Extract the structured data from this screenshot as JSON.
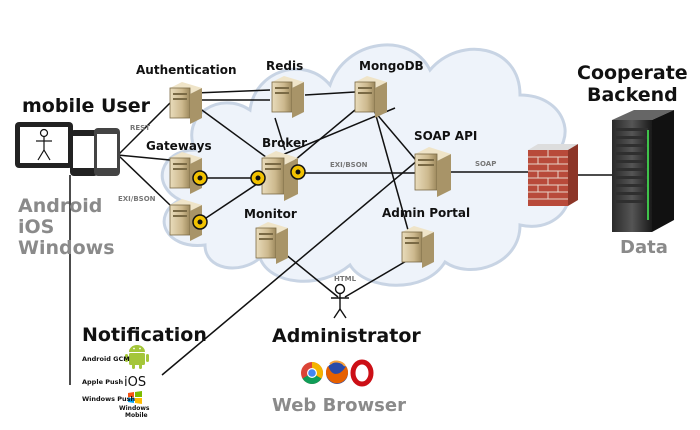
{
  "actors": {
    "mobile_user": "mobile User",
    "platforms": [
      "Android",
      "iOS",
      "Windows"
    ],
    "administrator": "Administrator",
    "web_browser": "Web Browser",
    "backend_title_line1": "Cooperate",
    "backend_title_line2": "Backend",
    "backend_data": "Data"
  },
  "nodes": {
    "authentication": "Authentication",
    "redis": "Redis",
    "mongodb": "MongoDB",
    "gateways": "Gateways",
    "broker": "Broker",
    "soap_api": "SOAP API",
    "monitor": "Monitor",
    "admin_portal": "Admin Portal"
  },
  "protocols": {
    "rest": "REST",
    "exi_bson_left": "EXI/BSON",
    "exi_bson_mid": "EXI/BSON",
    "soap": "SOAP",
    "html": "HTML"
  },
  "notification": {
    "title": "Notification",
    "items": [
      {
        "label": "Android GCM",
        "logo": "android-robot-icon"
      },
      {
        "label": "Apple Push",
        "logo": "iOS"
      },
      {
        "label": "Windows Push",
        "logo": "windows-mobile-logo",
        "logo_line1": "Windows",
        "logo_line2": "Mobile"
      }
    ]
  },
  "colors": {
    "cloud_fill": "#eef3fa",
    "cloud_stroke": "#c8d4e4",
    "server_body": "#cdb98e",
    "connector": "#f2c200",
    "firewall": "#b84a3a",
    "android_green": "#a4c639"
  }
}
